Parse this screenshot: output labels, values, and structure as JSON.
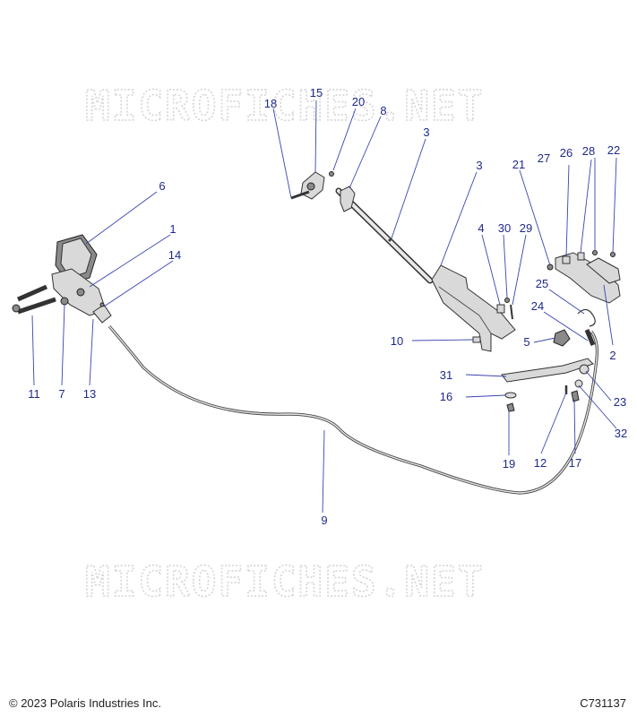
{
  "watermark": "MICROFICHES.NET",
  "footer": {
    "copyright": "© 2023 Polaris Industries Inc.",
    "diagram_id": "C731137"
  },
  "callouts": [
    "15",
    "20",
    "18",
    "8",
    "3",
    "3",
    "6",
    "1",
    "14",
    "21",
    "27",
    "26",
    "28",
    "22",
    "4",
    "30",
    "29",
    "25",
    "24",
    "10",
    "5",
    "2",
    "31",
    "23",
    "16",
    "32",
    "12",
    "17",
    "19",
    "11",
    "7",
    "13",
    "9"
  ],
  "colors": {
    "callout": "#1f2a8a",
    "leader": "#3a45b0",
    "watermark": "#d4d4d4"
  }
}
